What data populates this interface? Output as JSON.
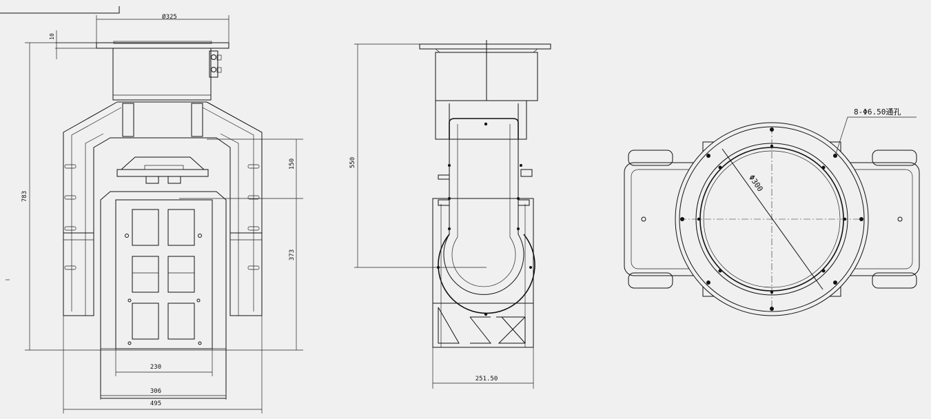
{
  "drawing": {
    "front_view": {
      "dims": {
        "flange_diameter": "Ø325",
        "flange_thickness": "10",
        "total_height": "783",
        "upper_segment": "150",
        "lower_segment": "373",
        "inner_width": "230",
        "frame_width": "306",
        "overall_width": "495"
      }
    },
    "side_view": {
      "dims": {
        "height": "550",
        "base_width": "251.50"
      }
    },
    "top_view": {
      "dims": {
        "hole_note": "8-Φ6.50通孔",
        "bore_diameter": "Φ300"
      }
    }
  }
}
